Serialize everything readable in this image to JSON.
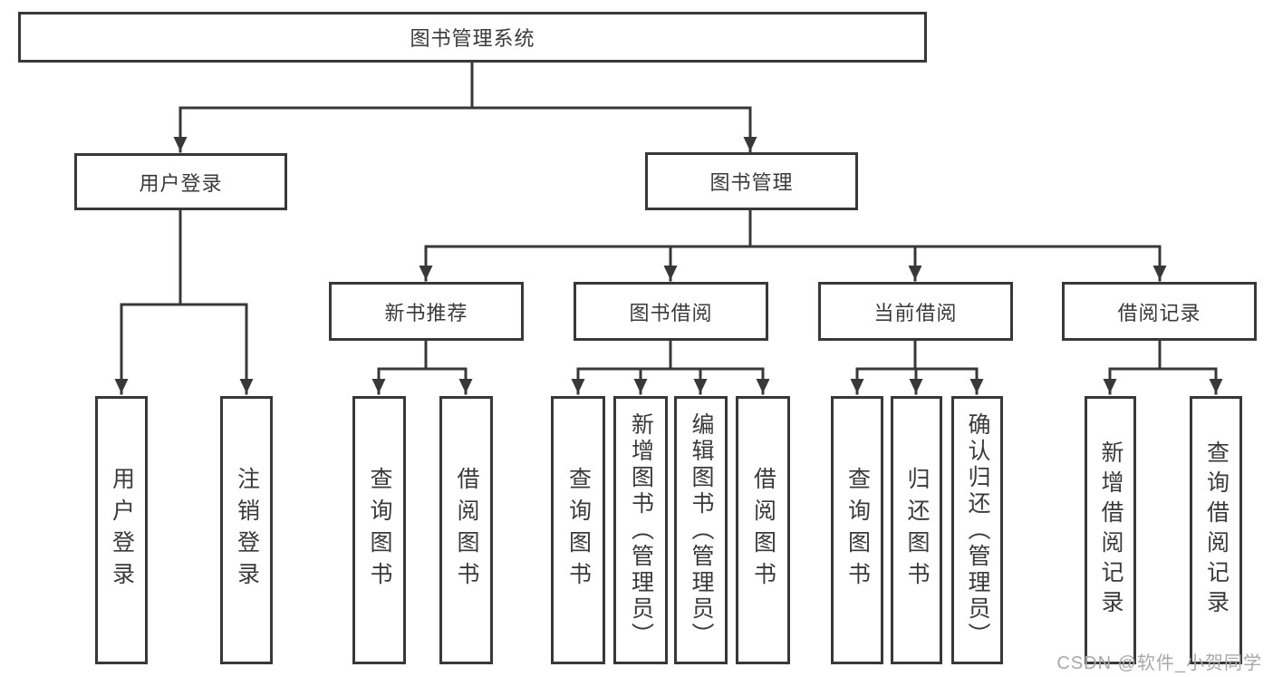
{
  "tree": {
    "root": {
      "label": "图书管理系统"
    },
    "branches": [
      {
        "label": "用户登录",
        "leaves": [
          "用户登录",
          "注销登录"
        ]
      },
      {
        "label": "图书管理",
        "groups": [
          {
            "label": "新书推荐",
            "leaves": [
              "查询图书",
              "借阅图书"
            ]
          },
          {
            "label": "图书借阅",
            "leaves": [
              "查询图书",
              "新增图书（管理员）",
              "编辑图书（管理员）",
              "借阅图书"
            ]
          },
          {
            "label": "当前借阅",
            "leaves": [
              "查询图书",
              "归还图书",
              "确认归还（管理员）"
            ]
          },
          {
            "label": "借阅记录",
            "leaves": [
              "新增借阅记录",
              "查询借阅记录"
            ]
          }
        ]
      }
    ]
  },
  "watermark": {
    "text": "CSDN @软件_小贺同学"
  },
  "colors": {
    "line": "#383838",
    "text": "#3a3a3a",
    "watermark": "#a9a9a9",
    "background": "#ffffff"
  }
}
